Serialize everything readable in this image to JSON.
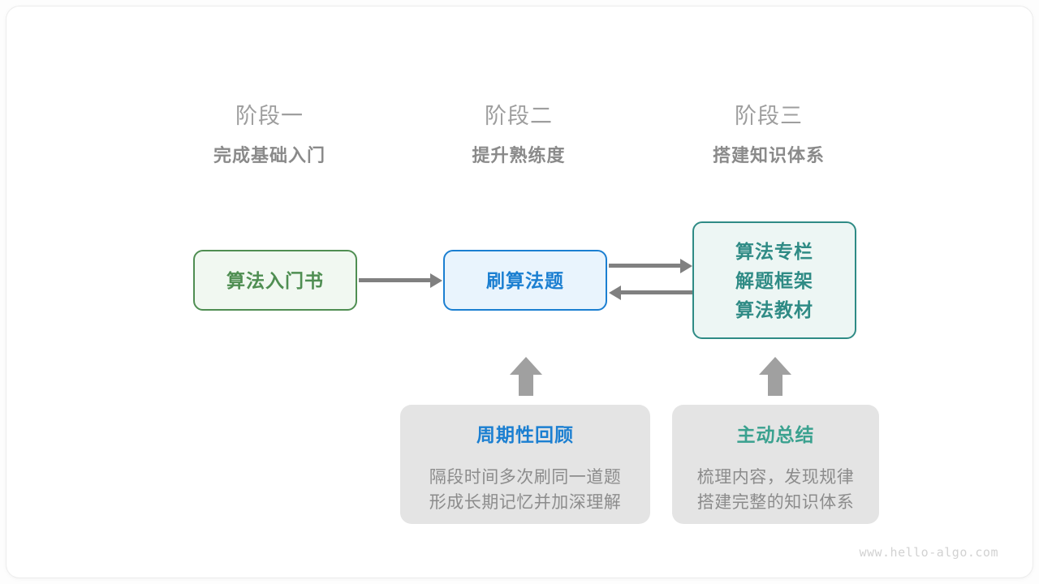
{
  "diagram": {
    "phases": [
      {
        "title": "阶段一",
        "subtitle": "完成基础入门"
      },
      {
        "title": "阶段二",
        "subtitle": "提升熟练度"
      },
      {
        "title": "阶段三",
        "subtitle": "搭建知识体系"
      }
    ],
    "flow_boxes": [
      {
        "name": "book",
        "lines": [
          "算法入门书"
        ],
        "border_color": "#4f8e52",
        "fill_color": "#f1f8f1",
        "text_color": "#4f8e52"
      },
      {
        "name": "practice",
        "lines": [
          "刷算法题"
        ],
        "border_color": "#1b7fd1",
        "fill_color": "#e9f4fd",
        "text_color": "#1b7fd1"
      },
      {
        "name": "resources",
        "lines": [
          "算法专栏",
          "解题框架",
          "算法教材"
        ],
        "border_color": "#2f8b85",
        "fill_color": "#edf6f4",
        "text_color": "#2f8b85"
      }
    ],
    "connectors": [
      {
        "name": "book-to-practice",
        "direction": "right"
      },
      {
        "name": "practice-to-resources",
        "direction": "right"
      },
      {
        "name": "resources-to-practice",
        "direction": "left"
      },
      {
        "name": "review-to-practice",
        "direction": "up"
      },
      {
        "name": "summary-to-resources",
        "direction": "up"
      }
    ],
    "info_cards": [
      {
        "name": "periodic-review",
        "title": "周期性回顾",
        "title_color": "#1b7fd1",
        "body_lines": [
          "隔段时间多次刷同一道题",
          "形成长期记忆并加深理解"
        ]
      },
      {
        "name": "active-summary",
        "title": "主动总结",
        "title_color": "#3aa18f",
        "body_lines": [
          "梳理内容，发现规律",
          "搭建完整的知识体系"
        ]
      }
    ],
    "watermark": "www.hello-algo.com",
    "arrow_color": "#808080",
    "card_background": "#e4e4e4"
  }
}
